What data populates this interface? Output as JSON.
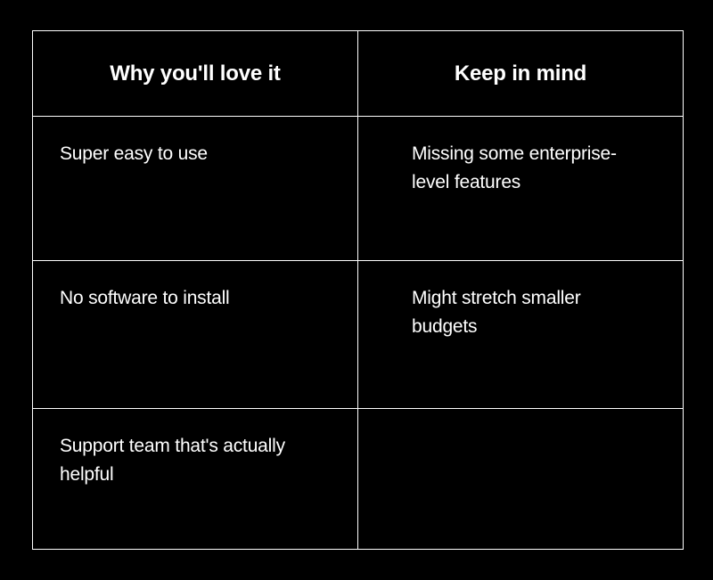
{
  "table": {
    "headers": [
      "Why you'll love it",
      "Keep in mind"
    ],
    "rows": [
      [
        "Super easy to use",
        "Missing some enterprise-level features"
      ],
      [
        "No software to install",
        "Might stretch smaller budgets"
      ],
      [
        "Support team that's actually helpful",
        ""
      ]
    ]
  },
  "colors": {
    "background": "#000000",
    "text": "#ffffff",
    "border": "#ffffff"
  }
}
